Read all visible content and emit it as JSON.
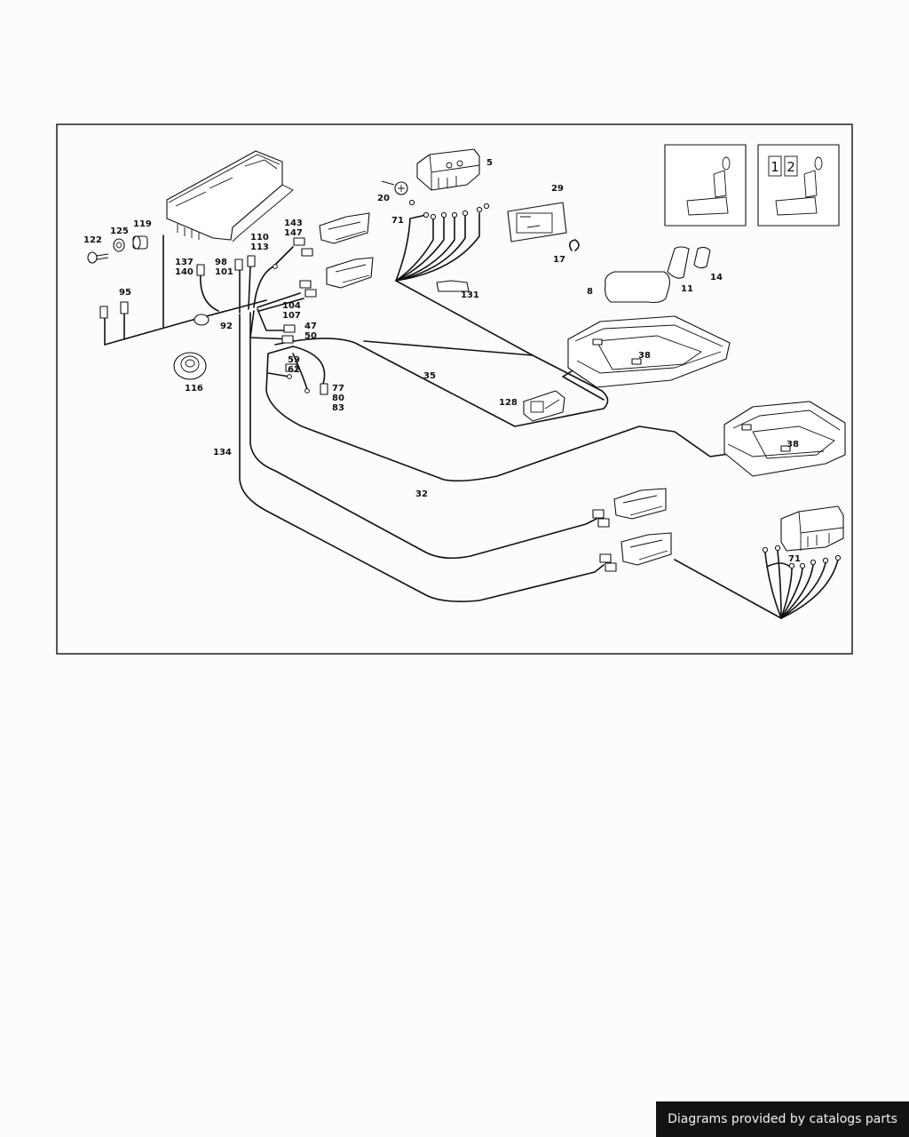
{
  "callouts": {
    "c5": "5",
    "c20": "20",
    "c71a": "71",
    "c29": "29",
    "c17": "17",
    "c8": "8",
    "c11": "11",
    "c14": "14",
    "c131": "131",
    "c122": "122",
    "c125": "125",
    "c119": "119",
    "c95": "95",
    "c137": "137",
    "c140": "140",
    "c98": "98",
    "c101": "101",
    "c110": "110",
    "c113": "113",
    "c143": "143",
    "c147": "147",
    "c104": "104",
    "c107": "107",
    "c47": "47",
    "c50": "50",
    "c59": "59",
    "c62": "62",
    "c77": "77",
    "c80": "80",
    "c83": "83",
    "c92": "92",
    "c116": "116",
    "c35": "35",
    "c128": "128",
    "c38a": "38",
    "c38b": "38",
    "c134": "134",
    "c32": "32",
    "c71b": "71"
  },
  "inset": {
    "digit1": "1",
    "digit2": "2"
  },
  "footer": {
    "credit": "Diagrams provided by catalogs parts"
  }
}
